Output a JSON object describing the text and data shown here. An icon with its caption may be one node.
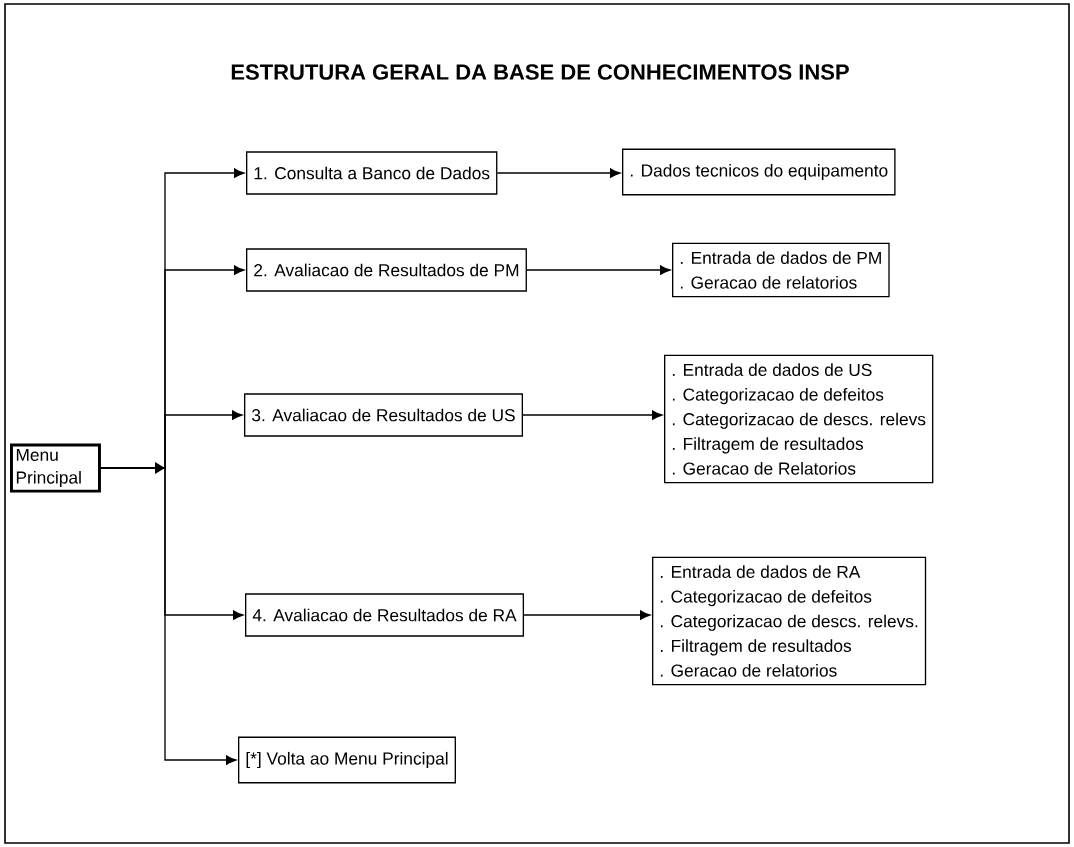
{
  "diagram": {
    "title": "ESTRUTURA GERAL DA BASE DE CONHECIMENTOS INSP",
    "nodes": [
      {
        "text": [
          "Menu Principal"
        ]
      },
      {
        "text": [
          "1. Consulta a Banco de Dados"
        ]
      },
      {
        "text": [
          ". Dados tecnicos do equipamento"
        ]
      },
      {
        "text": [
          "2. Avaliacao de Resultados de PM"
        ]
      },
      {
        "text": [
          ". Entrada de dados de PM",
          ". Geracao de relatorios"
        ]
      },
      {
        "text": [
          "3. Avaliacao de Resultados de US"
        ]
      },
      {
        "text": [
          ". Entrada de dados de US",
          ". Categorizacao de defeitos",
          ". Categorizacao de descs. relevs",
          ". Filtragem de resultados",
          ". Geracao de Relatorios"
        ]
      },
      {
        "text": [
          "4. Avaliacao de Resultados de RA"
        ]
      },
      {
        "text": [
          ". Entrada de dados de RA",
          ". Categorizacao de defeitos",
          ". Categorizacao de descs. relevs.",
          ". Filtragem de resultados",
          ". Geracao de relatorios"
        ]
      },
      {
        "text": [
          "[*] Volta ao Menu Principal"
        ]
      }
    ],
    "edges": [
      {
        "from": 0,
        "to": 1,
        "arrow": "to"
      },
      {
        "from": 0,
        "to": 3,
        "arrow": "to"
      },
      {
        "from": 0,
        "to": 5,
        "arrow": "to"
      },
      {
        "from": 0,
        "to": 7,
        "arrow": "to"
      },
      {
        "from": 0,
        "to": 9,
        "arrow": "to"
      },
      {
        "from": 1,
        "to": 2,
        "arrow": "to"
      },
      {
        "from": 3,
        "to": 4,
        "arrow": "to"
      },
      {
        "from": 5,
        "to": 6,
        "arrow": "to"
      },
      {
        "from": 7,
        "to": 8,
        "arrow": "to"
      }
    ]
  }
}
